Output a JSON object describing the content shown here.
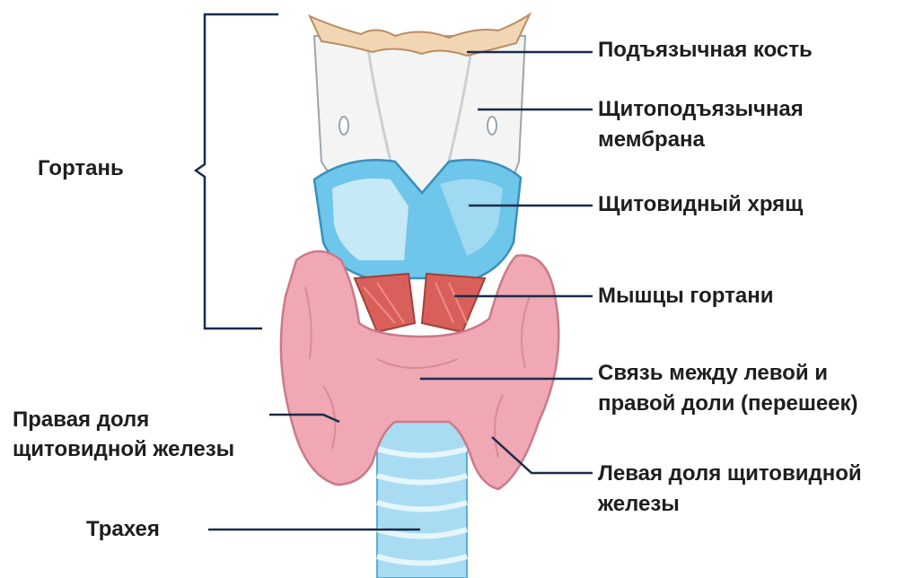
{
  "labels": {
    "larynx": "Гортань",
    "hyoid_bone": "Подъязычная кость",
    "thyrohyoid_membrane_line1": "Щитоподъязычная",
    "thyrohyoid_membrane_line2": "мембрана",
    "thyroid_cartilage": "Щитовидный хрящ",
    "laryngeal_muscles": "Мышцы гортани",
    "isthmus_line1": "Связь между левой и",
    "isthmus_line2": "правой доли (перешеек)",
    "right_lobe_line1": "Правая доля",
    "right_lobe_line2": "щитовидной железы",
    "left_lobe_line1": "Левая доля щитовидной",
    "left_lobe_line2": "железы",
    "trachea": "Трахея"
  },
  "colors": {
    "text": "#1e1e1e",
    "pointer": "#1b2a4a",
    "bone": "#f2d6b3",
    "membrane": "#f4f4f4",
    "cartilage": "#6ec6ea",
    "cartilage_light": "#c6e9f8",
    "muscle": "#d9605a",
    "thyroid": "#f0a8b4",
    "thyroid_dark": "#d98a98",
    "trachea": "#a9dcf2"
  }
}
